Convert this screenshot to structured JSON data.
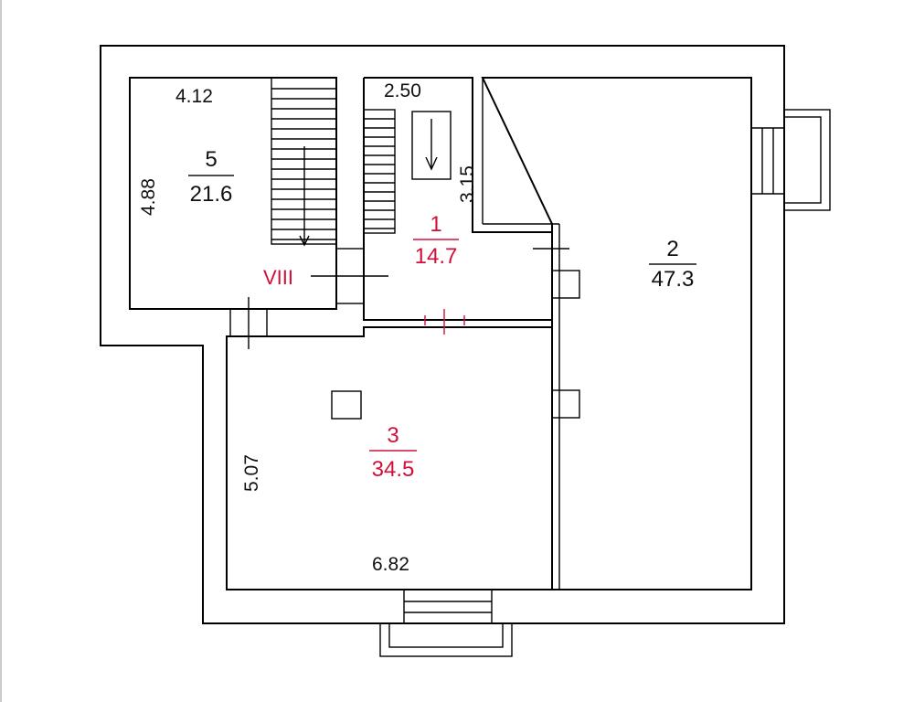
{
  "rooms": [
    {
      "number": "5",
      "area": "21.6",
      "color": "#111111"
    },
    {
      "number": "1",
      "area": "14.7",
      "color": "#d0103a"
    },
    {
      "number": "2",
      "area": "47.3",
      "color": "#111111"
    },
    {
      "number": "3",
      "area": "34.5",
      "color": "#d0103a"
    }
  ],
  "dimensions": {
    "room5_width": "4.12",
    "room5_height": "4.88",
    "room1_width": "2.50",
    "room1_depth": "3.15",
    "room3_height": "5.07",
    "room3_width": "6.82"
  },
  "entrance_label": "VIII",
  "colors": {
    "wall": "#000000",
    "accent": "#d0103a"
  }
}
